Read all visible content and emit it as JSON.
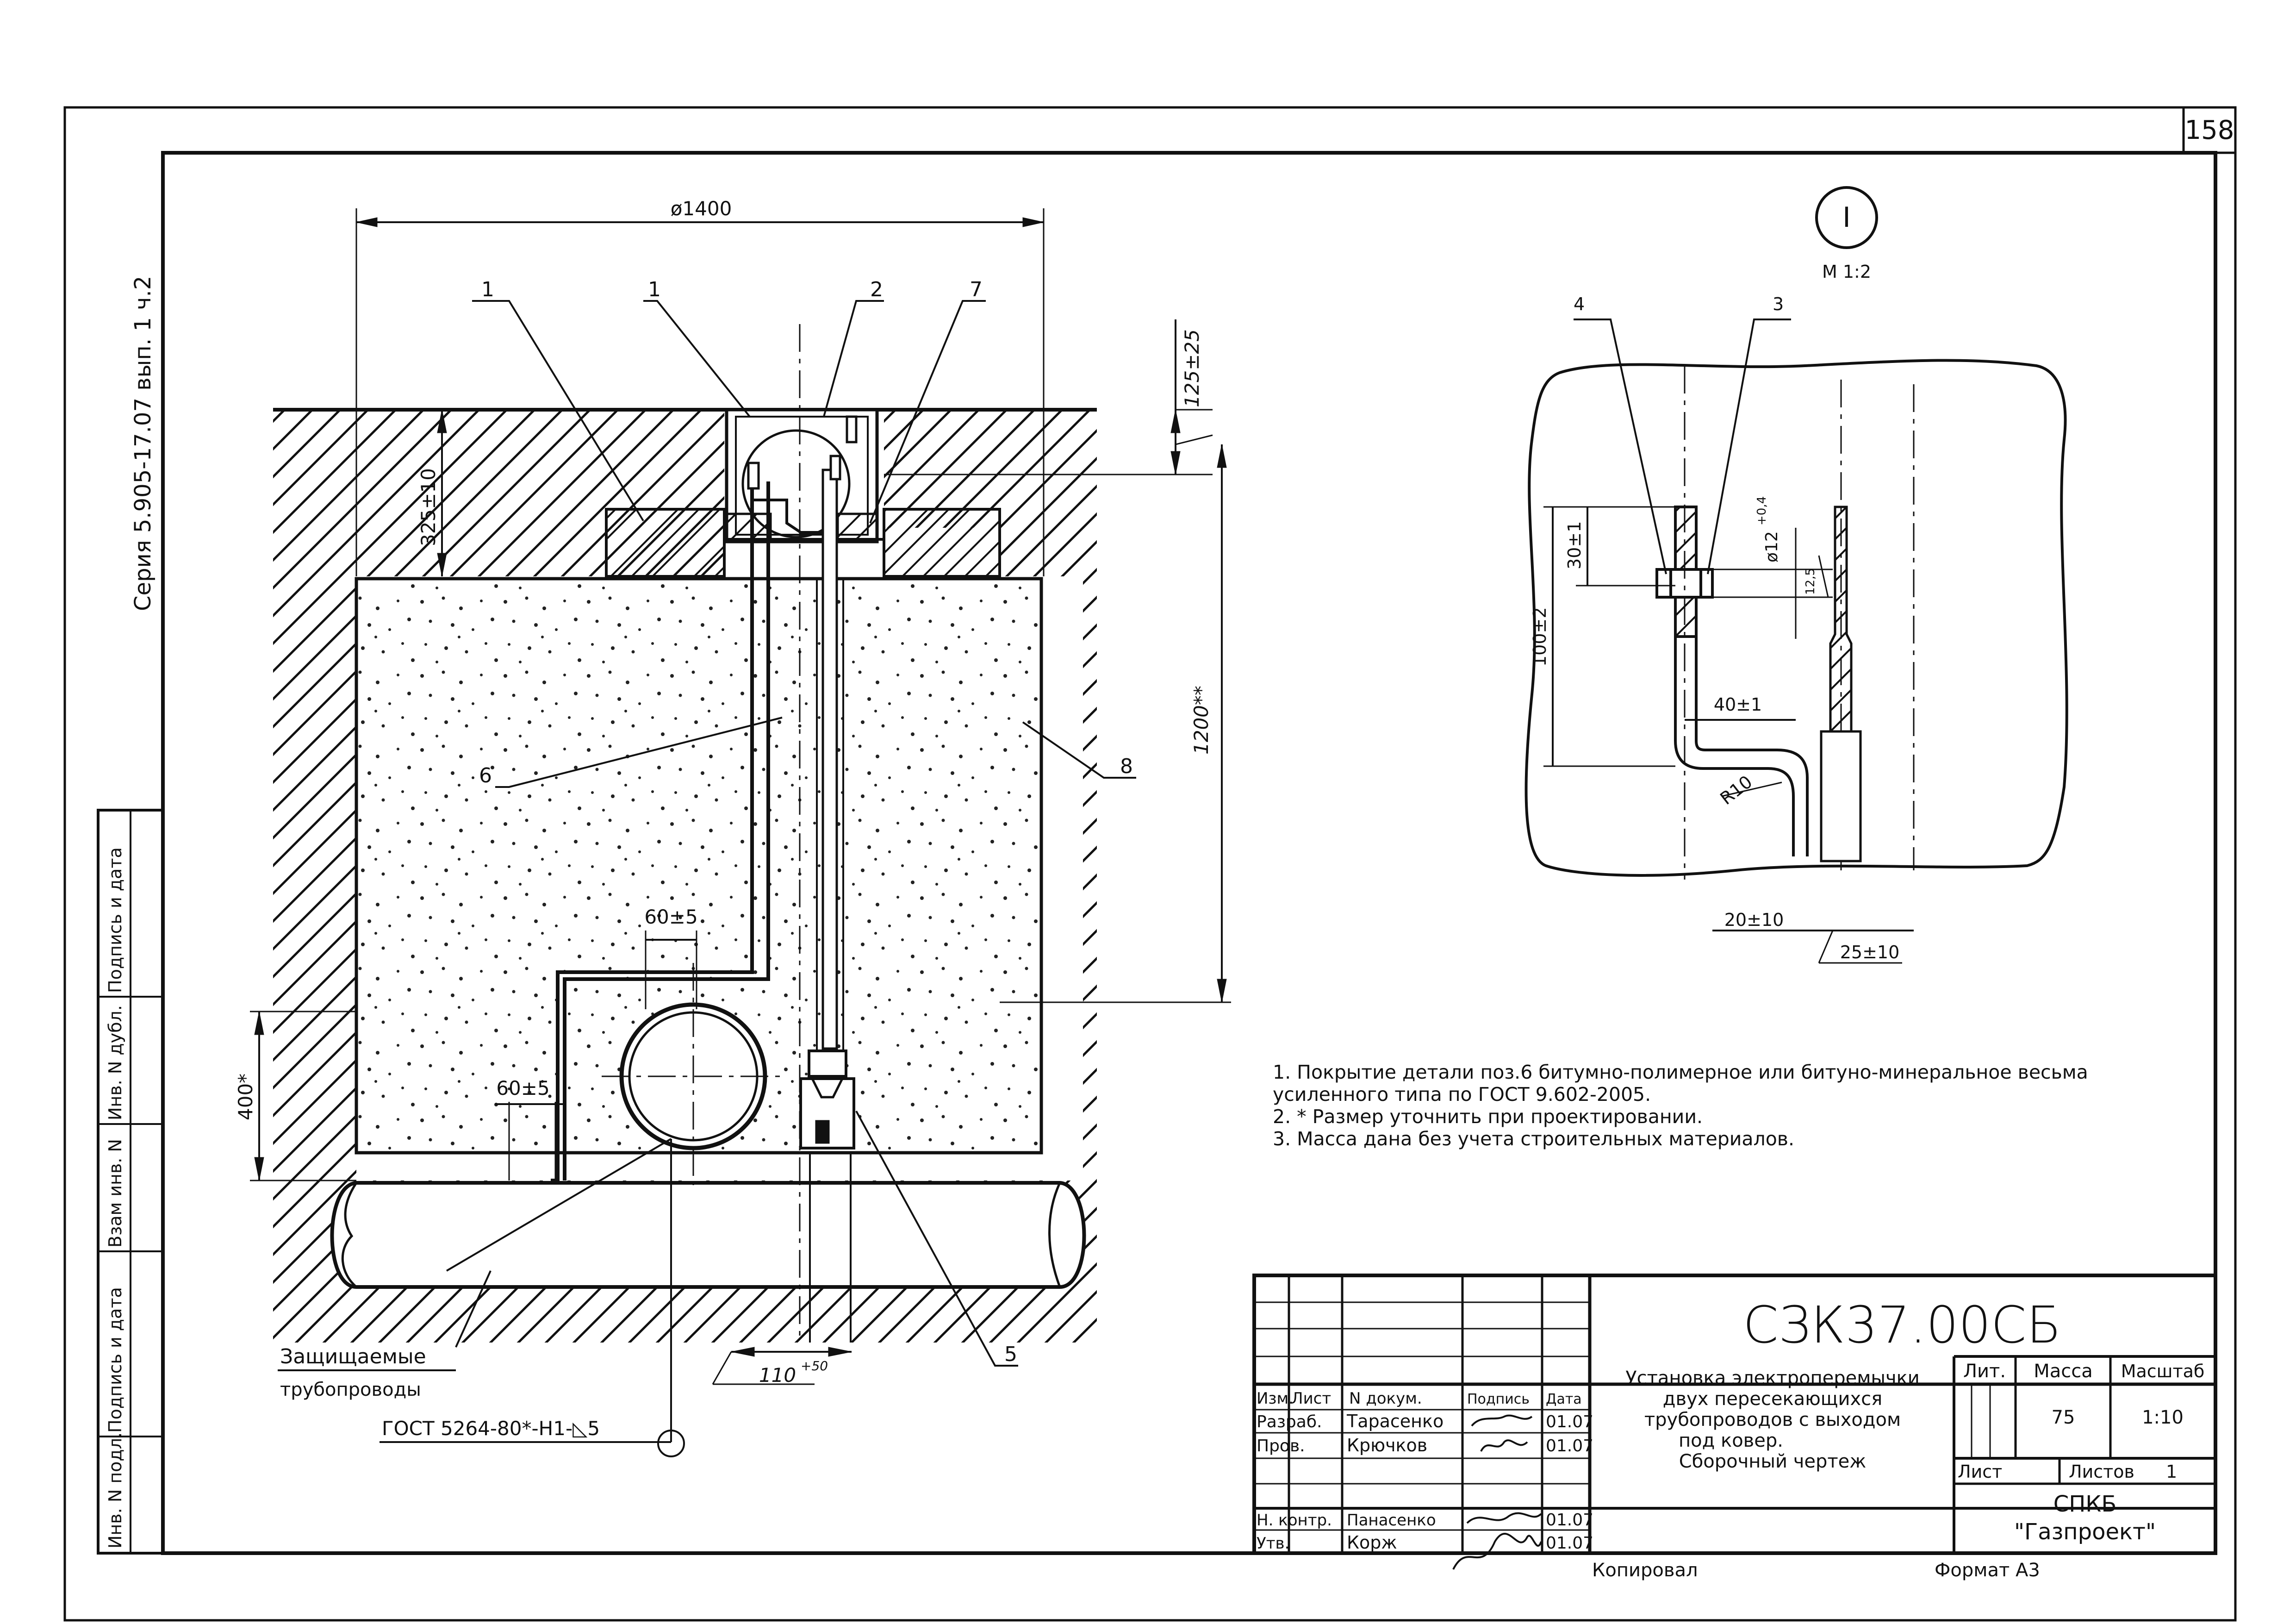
{
  "sheet_number": "158",
  "series_label": "Серия 5.905-17.07 вып. 1 ч.2",
  "side_stamp": {
    "labels": [
      "Инв. N подл.",
      "Подпись и дата",
      "Взам инв. N",
      "Инв. N дубл.",
      "Подпись и дата"
    ]
  },
  "main_view": {
    "dim_diameter": "ø1400",
    "dim_cover_depth": "125±25",
    "dim_depth_325": "325±10",
    "dim_1200": "1200**",
    "dim_400": "400*",
    "dim_60a": "60±5",
    "dim_60b": "60±5",
    "dim_110": "110",
    "dim_110_tol": "+50",
    "protected_label_1": "Защищаемые",
    "protected_label_2": "трубопроводы",
    "weld_note": "ГОСТ 5264-80*-Н1-◺5",
    "callouts": [
      "1",
      "1",
      "2",
      "7",
      "6",
      "8",
      "5"
    ]
  },
  "detail_view": {
    "marker": "I",
    "scale": "М 1:2",
    "callout_4": "4",
    "callout_3": "3",
    "dim_30": "30±1",
    "dim_100": "100±2",
    "dim_diam12": "ø12",
    "dim_diam12_tol": "+0,4",
    "dim_125": "12,5",
    "dim_40": "40±1",
    "dim_r10": "R10",
    "dim_20": "20±10",
    "dim_25": "25±10"
  },
  "notes": [
    "1. Покрытие детали поз.6 битумно-полимерное или битуно-минеральное весьма",
    "усиленного типа по ГОСТ 9.602-2005.",
    "2. * Размер уточнить при проектировании.",
    "3. Масса дана без учета строительных материалов."
  ],
  "title_block": {
    "designation": "СЗК37.00СБ",
    "title_lines": [
      "Установка электроперемычки",
      "двух пересекающихся",
      "трубопроводов с выходом",
      "под ковер.",
      "Сборочный чертеж"
    ],
    "col_headers": [
      "Изм.",
      "Лист",
      "N докум.",
      "Подпись",
      "Дата"
    ],
    "roles": [
      {
        "role": "Разраб.",
        "name": "Тарасенко",
        "date": "01.07"
      },
      {
        "role": "Пров.",
        "name": "Крючков",
        "date": "01.07"
      },
      {
        "role": "Н. контр.",
        "name": "Панасенко",
        "date": "01.07"
      },
      {
        "role": "Утв.",
        "name": "Корж",
        "date": "01.07"
      }
    ],
    "lit_label": "Лит.",
    "mass_label": "Масса",
    "scale_label": "Масштаб",
    "mass_value": "75",
    "scale_value": "1:10",
    "sheet_label": "Лист",
    "sheets_label": "Листов",
    "sheets_value": "1",
    "org_line1": "СПКБ",
    "org_line2": "\"Газпроект\""
  },
  "footer": {
    "copied": "Копировал",
    "format": "Формат А3"
  }
}
